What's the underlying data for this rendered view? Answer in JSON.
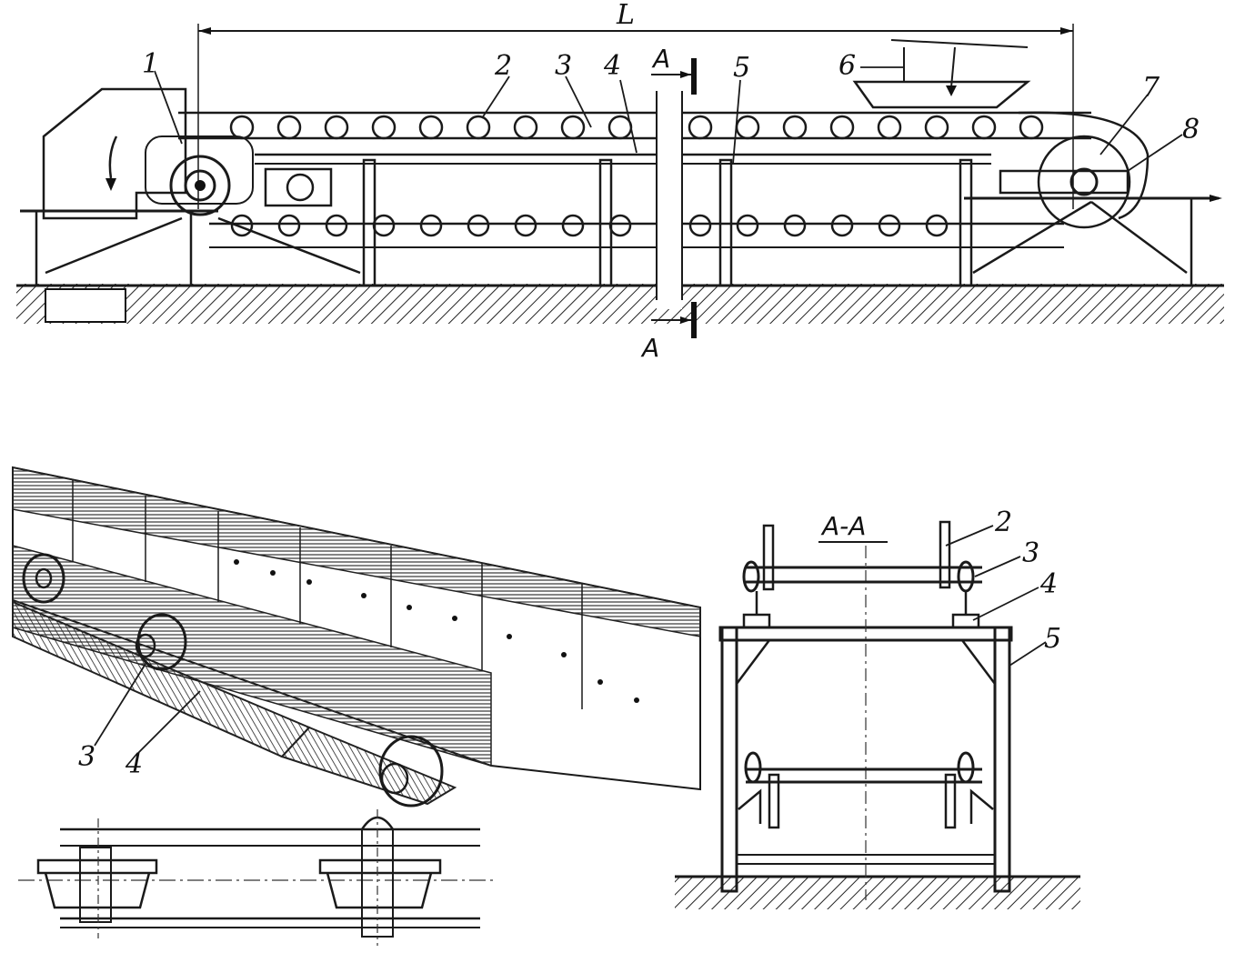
{
  "top_view": {
    "dimension_label": "L",
    "section_marker_top": "A",
    "section_marker_bottom": "A",
    "callouts": [
      "1",
      "2",
      "3",
      "4",
      "5",
      "6",
      "7",
      "8"
    ]
  },
  "perspective_view": {
    "callouts": [
      "3",
      "4"
    ]
  },
  "section_view": {
    "title": "A-A",
    "callouts": [
      "2",
      "3",
      "4",
      "5"
    ]
  },
  "colors": {
    "ink": "#1a1a1a",
    "paper": "#ffffff"
  }
}
